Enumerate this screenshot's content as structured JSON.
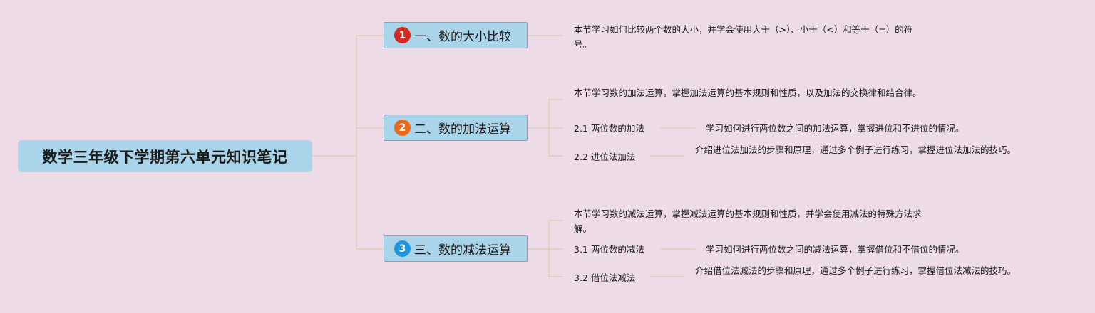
{
  "root": {
    "title": "数学三年级下学期第六单元知识笔记"
  },
  "branches": [
    {
      "number": "1",
      "badge_color": "#d7271f",
      "title": "一、数的大小比较",
      "desc": "本节学习如何比较两个数的大小，并学会使用大于（>）、小于（<）和等于（=）的符号。"
    },
    {
      "number": "2",
      "badge_color": "#ea6a1a",
      "title": "二、数的加法运算",
      "desc": "本节学习数的加法运算，掌握加法运算的基本规则和性质，以及加法的交换律和结合律。",
      "subs": [
        {
          "title": "2.1 两位数的加法",
          "desc": "学习如何进行两位数之间的加法运算，掌握进位和不进位的情况。"
        },
        {
          "title": "2.2 进位法加法",
          "desc": "介绍进位法加法的步骤和原理，通过多个例子进行练习，掌握进位法加法的技巧。"
        }
      ]
    },
    {
      "number": "3",
      "badge_color": "#1f95dd",
      "title": "三、数的减法运算",
      "desc": "本节学习数的减法运算，掌握减法运算的基本规则和性质，并学会使用减法的特殊方法求解。",
      "subs": [
        {
          "title": "3.1 两位数的减法",
          "desc": "学习如何进行两位数之间的减法运算，掌握借位和不借位的情况。"
        },
        {
          "title": "3.2 借位法减法",
          "desc": "介绍借位法减法的步骤和原理，通过多个例子进行练习，掌握借位法减法的技巧。"
        }
      ]
    }
  ]
}
